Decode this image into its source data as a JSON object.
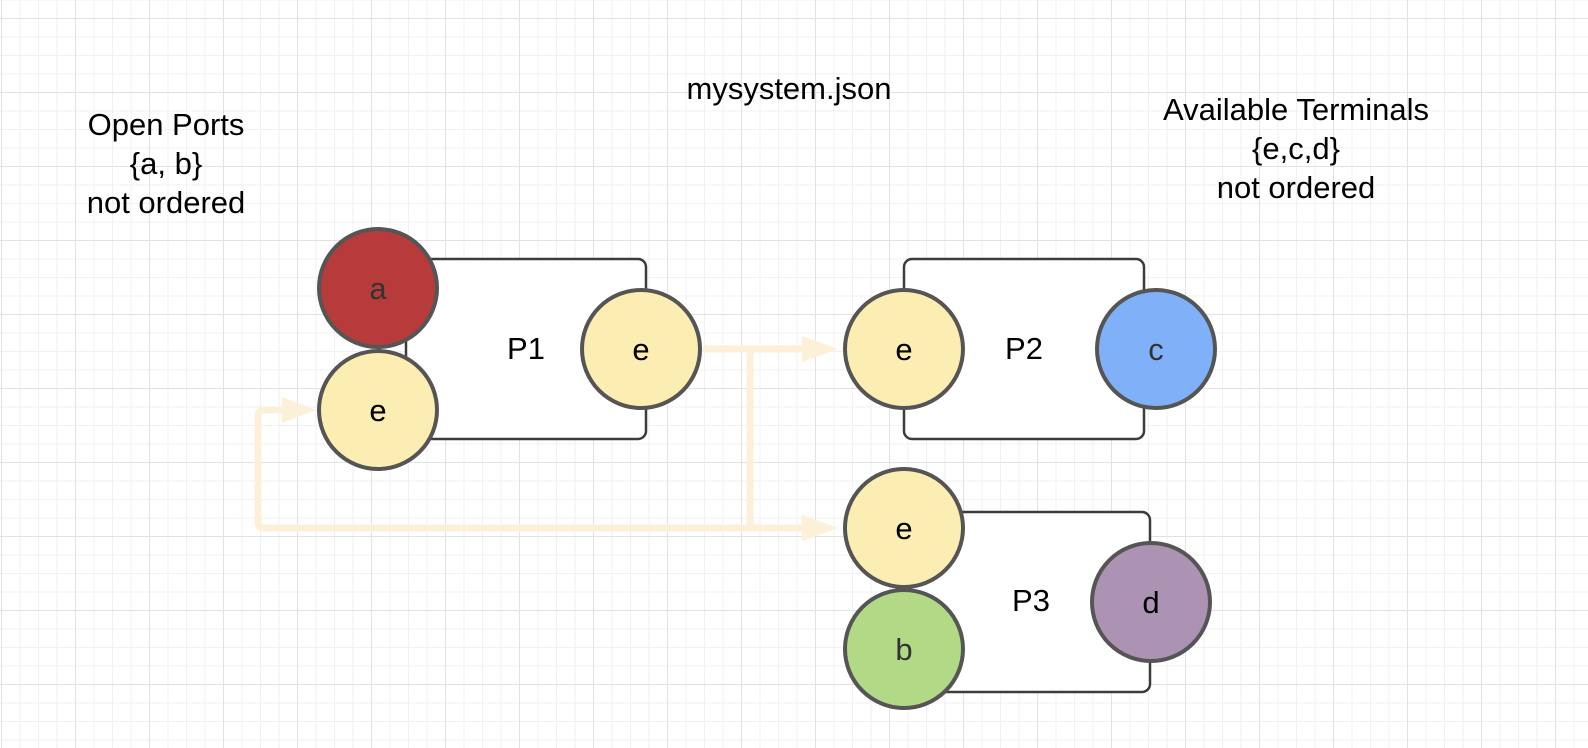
{
  "title": "mysystem.json",
  "open_ports": {
    "heading": "Open Ports",
    "set": "{a, b}",
    "note": "not ordered"
  },
  "available_terminals": {
    "heading": "Available Terminals",
    "set": "{e,c,d}",
    "note": "not ordered"
  },
  "processes": [
    {
      "label": "P1",
      "ports": [
        {
          "label": "a",
          "color": "#b83b3b"
        },
        {
          "label": "e",
          "color": "#fcedb3"
        },
        {
          "label": "e",
          "color": "#fcedb3"
        }
      ]
    },
    {
      "label": "P2",
      "ports": [
        {
          "label": "e",
          "color": "#fcedb3"
        },
        {
          "label": "c",
          "color": "#7fb0f8"
        }
      ]
    },
    {
      "label": "P3",
      "ports": [
        {
          "label": "e",
          "color": "#fcedb3"
        },
        {
          "label": "b",
          "color": "#b2d986"
        },
        {
          "label": "d",
          "color": "#ad93b3"
        }
      ]
    }
  ],
  "colors": {
    "connector": "#fdf0d8",
    "outline": "#555555",
    "box_stroke": "#3c3c3c"
  }
}
